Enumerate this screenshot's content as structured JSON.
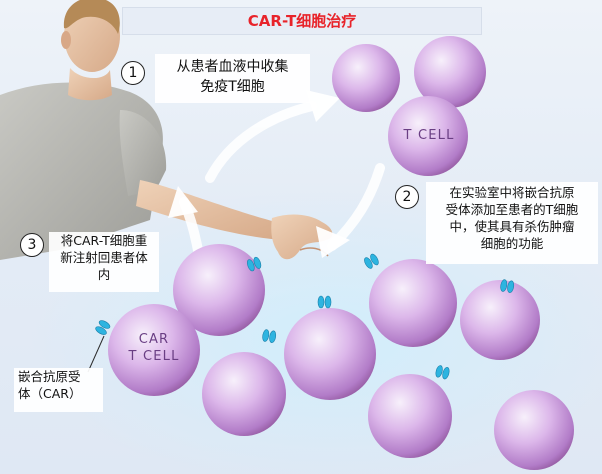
{
  "title": "CAR-T细胞治疗",
  "steps": [
    {
      "number": "1",
      "text": [
        "从患者血液中收集",
        "免疫T细胞"
      ]
    },
    {
      "number": "2",
      "text": [
        "在实验室中将嵌合抗原",
        "受体添加至患者的T细胞",
        "中，使其具有杀伤肿瘤",
        "细胞的功能"
      ]
    },
    {
      "number": "3",
      "text": [
        "将CAR-T细胞重",
        "新注射回患者体",
        "内"
      ]
    }
  ],
  "receptor_label": [
    "嵌合抗原受",
    "体（CAR）"
  ],
  "cell_labels": {
    "t_cell": "T CELL",
    "car_t_cell": [
      "CAR",
      "T CELL"
    ]
  },
  "colors": {
    "title": "#e8232a",
    "cell_light": "#f6eefb",
    "cell_mid": "#cf9fe2",
    "cell_dark": "#8a4fa8",
    "receptor": "#2db4e0",
    "arrow": "#ffffff"
  }
}
